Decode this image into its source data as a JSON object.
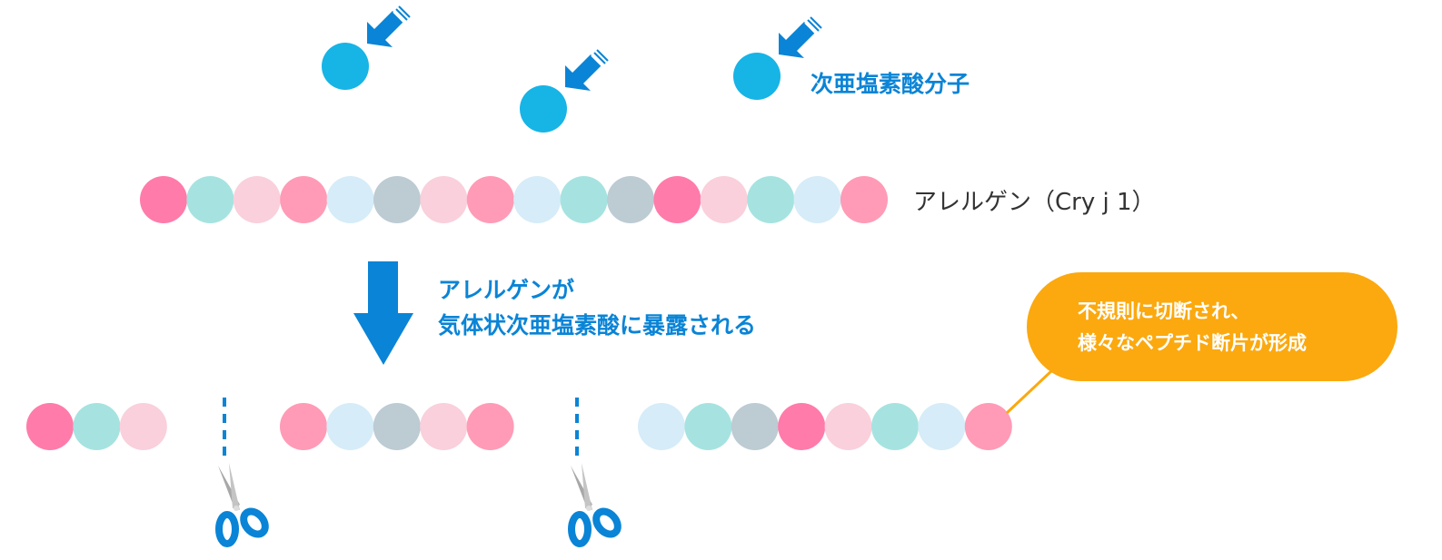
{
  "labels": {
    "molecule": "次亜塩素酸分子",
    "allergen": "アレルゲン（Cry j 1）",
    "process_line1": "アレルゲンが",
    "process_line2": "気体状次亜塩素酸に暴露される",
    "callout_line1": "不規則に切断され、",
    "callout_line2": "様々なペプチド断片が形成"
  },
  "colors": {
    "hot_pink": "#FF7BAA",
    "teal": "#A6E3E0",
    "light_pink": "#F9D0DC",
    "pink": "#FF9BB6",
    "light_blue": "#D6ECF8",
    "gray": "#BDCBD3",
    "molecule": "#17B4E6",
    "accent_blue": "#0A84D6",
    "orange": "#FBA90F"
  },
  "allergen_chain": [
    "hot_pink",
    "teal",
    "light_pink",
    "pink",
    "light_blue",
    "gray",
    "light_pink",
    "pink",
    "light_blue",
    "teal",
    "gray",
    "hot_pink",
    "light_pink",
    "teal",
    "light_blue",
    "pink"
  ],
  "fragments": [
    [
      "hot_pink",
      "teal",
      "light_pink"
    ],
    [
      "pink",
      "light_blue",
      "gray",
      "light_pink",
      "pink"
    ],
    [
      "light_blue",
      "teal",
      "gray",
      "hot_pink",
      "light_pink",
      "teal",
      "light_blue",
      "pink"
    ]
  ]
}
